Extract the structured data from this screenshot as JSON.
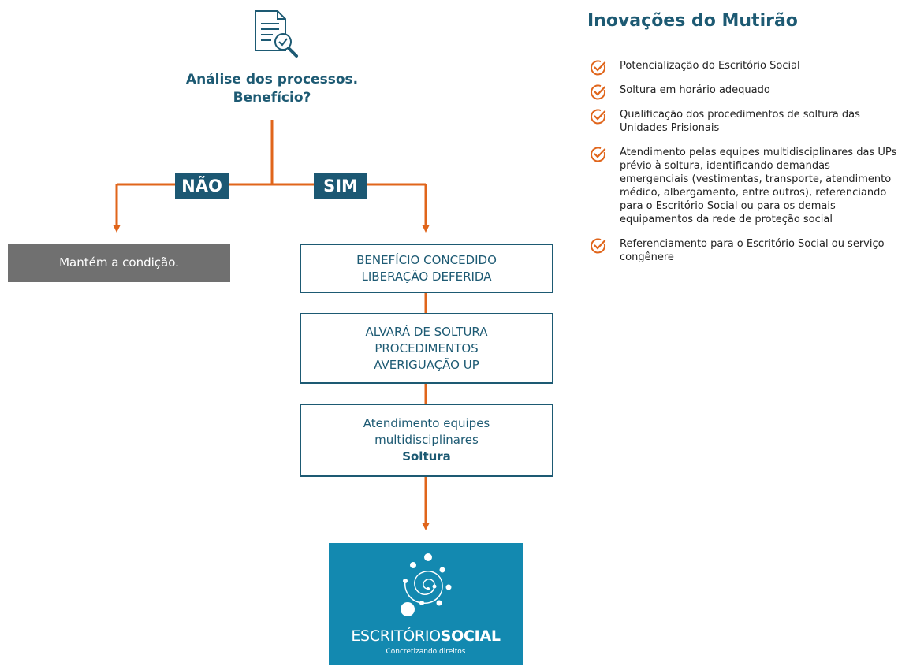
{
  "question": {
    "line1": "Análise dos processos.",
    "line2": "Benefício?"
  },
  "branches": {
    "no": "NÃO",
    "yes": "SIM"
  },
  "no_outcome": "Mantém a condição.",
  "yes_flow": {
    "step1": {
      "line1": "BENEFÍCIO CONCEDIDO",
      "line2": "LIBERAÇÃO DEFERIDA"
    },
    "step2": {
      "line1": "ALVARÁ DE SOLTURA",
      "line2": "PROCEDIMENTOS",
      "line3": "AVERIGUAÇÃO UP"
    },
    "step3": {
      "line1": "Atendimento equipes",
      "line2": "multidisciplinares",
      "line3": "Soltura"
    }
  },
  "logo": {
    "title_light": "ESCRITÓRIO",
    "title_bold": "SOCIAL",
    "tagline": "Concretizando direitos"
  },
  "innovations": {
    "title": "Inovações do Mutirão",
    "items": [
      "Potencialização do Escritório Social",
      "Soltura em horário adequado",
      "Qualificação dos procedimentos de soltura das Unidades Prisionais",
      "Atendimento pelas equipes multidisciplinares das UPs prévio à soltura, identificando demandas emergenciais (vestimentas, transporte, atendimento médico, albergamento, entre outros), referenciando para o Escritório Social ou para os demais equipamentos da rede de proteção social",
      "Referenciamento para o Escritório Social ou serviço congênere"
    ]
  },
  "colors": {
    "connector": "#e0651b",
    "heading": "#1d5a73",
    "tag_bg": "#1c5873",
    "keep_bg": "#707070",
    "logo_bg": "#1389b0",
    "check": "#e0651b"
  },
  "icons": {
    "top": "document-search-icon",
    "list": "check-circle-icon"
  }
}
